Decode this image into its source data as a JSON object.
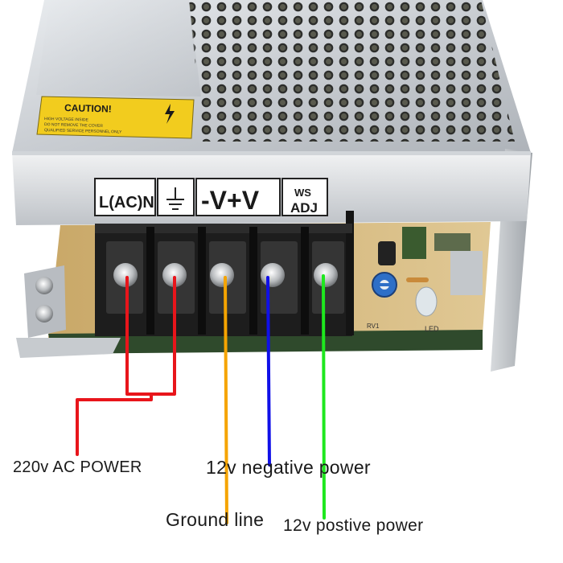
{
  "caution": {
    "title": "CAUTION!",
    "lines": [
      "HIGH VOLTAGE INSIDE",
      "DO NOT REMOVE THE COVER",
      "QUALIFIED SERVICE PERSONNEL ONLY"
    ]
  },
  "terminal_labels": {
    "ac": "L(AC)N",
    "ground_icon": "earth-ground-icon",
    "dc": "-V+V",
    "adjust": "WS ADJ"
  },
  "board_labels": {
    "led": "LED",
    "pot": "RV1"
  },
  "wires": [
    {
      "name": "ac",
      "color": "#e8151b"
    },
    {
      "name": "ground",
      "color": "#f5a400"
    },
    {
      "name": "negative",
      "color": "#1010e8"
    },
    {
      "name": "positive",
      "color": "#1ee81e"
    }
  ],
  "captions": {
    "ac_power": "220v AC POWER",
    "negative": "12v negative power",
    "ground": "Ground line",
    "positive": "12v postive power"
  }
}
